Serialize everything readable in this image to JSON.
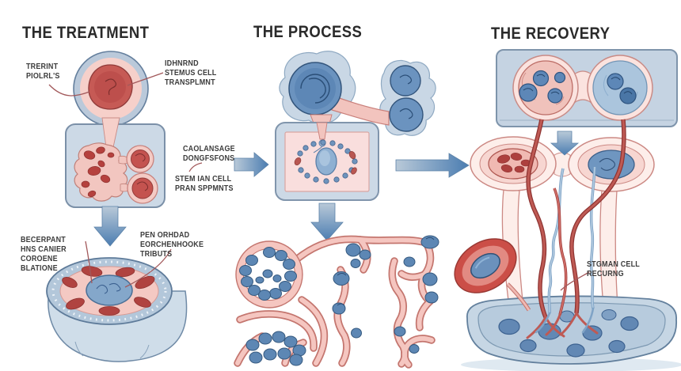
{
  "palette": {
    "title_color": "#2a2a2a",
    "label_color": "#3c3c3c",
    "leader_line": "#a2585a",
    "arrow_light": "#b9c9d8",
    "arrow_dark": "#4b7db1",
    "panel_blue": "#ccd9e6",
    "panel_border": "#7b90a8",
    "cell_blue": "#6b93bf",
    "cell_blue_dark": "#33557c",
    "pink_light": "#f6d0ca",
    "vessel_pink": "#f3c3bd",
    "vessel_outline": "#c4766f",
    "red_cell": "#c65a55",
    "red_dark": "#b04340"
  },
  "icons": {
    "arrow_right": "flow-arrow-right",
    "arrow_down": "flow-arrow-down"
  },
  "sections": [
    {
      "id": "treatment",
      "title": "THE TREATMENT",
      "labels": {
        "donor": "TRERINT\nPIOLRL'S",
        "transplant": "IDHNRND\nSTEMUS CELL\nTRANSPLMNT",
        "recipient": "BECERPANT\nHNS CANIER\nCOROENE\nBLATIONE",
        "tributes": "PEN ORHDAD\nEORCHENHOOKE\nTRIBUTS"
      }
    },
    {
      "id": "process",
      "title": "THE PROCESS",
      "labels": {
        "collection": "CAOLANSAGE\nDONGFSFONS",
        "transplants": "STEM IAN CELL\nPRAN SPPMNTS"
      }
    },
    {
      "id": "recovery",
      "title": "THE RECOVERY",
      "labels": {
        "recurring": "STGMAN CELL\nRECURNG"
      }
    }
  ]
}
